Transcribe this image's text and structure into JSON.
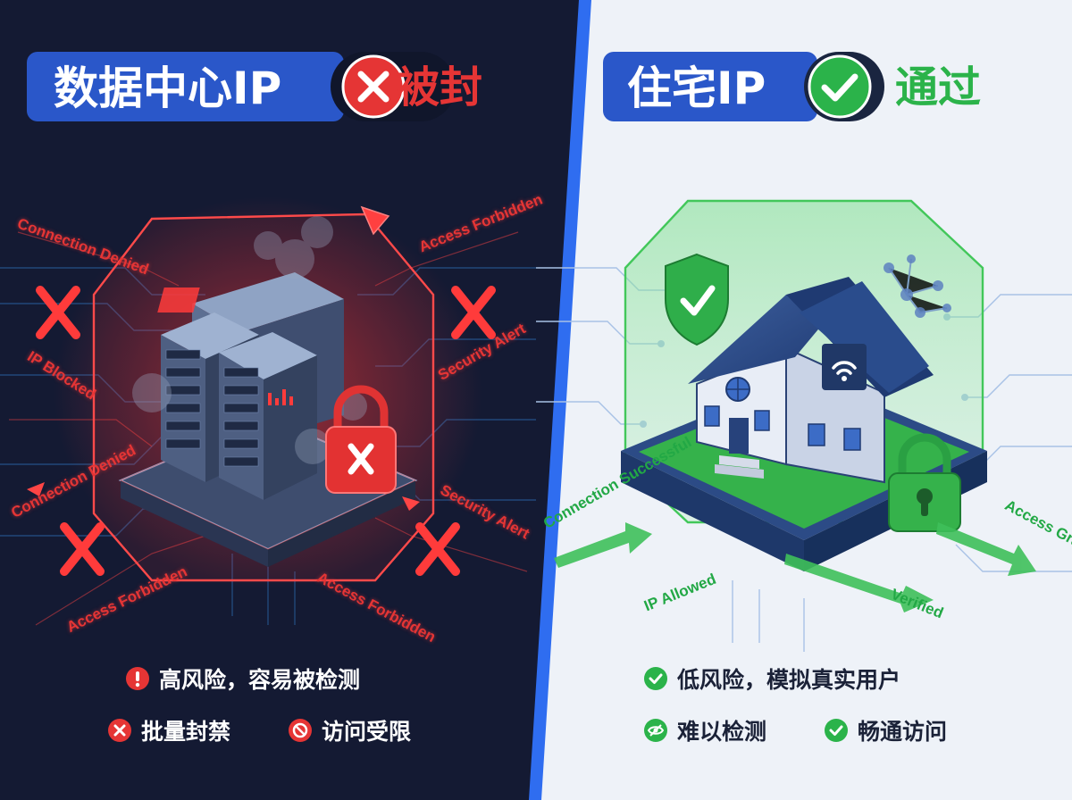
{
  "left": {
    "title": "数据中心IP",
    "verdict": "被封",
    "tags": [
      "Connection Denied",
      "Access Forbidden",
      "IP Blocked",
      "Security Alert",
      "Connection Denied",
      "Security Alert",
      "Access Forbidden",
      "Access Forbidden"
    ],
    "features": [
      "高风险，容易被检测",
      "批量封禁",
      "访问受限"
    ],
    "colors": {
      "background": "#141a33",
      "accent": "#e53535",
      "pill": "#2a57c9"
    }
  },
  "right": {
    "title": "住宅IP",
    "verdict": "通过",
    "tags": [
      "Connection Successful",
      "IP Allowed",
      "Verified",
      "Access Granted"
    ],
    "features": [
      "低风险，模拟真实用户",
      "难以检测",
      "畅通访问"
    ],
    "colors": {
      "background": "#eef2f8",
      "accent": "#2bb34a",
      "pill": "#2a57c9"
    }
  },
  "icons": {
    "left_verdict": "x-circle-icon",
    "right_verdict": "check-circle-icon",
    "left_features": [
      "exclamation-icon",
      "x-icon",
      "ban-icon"
    ],
    "right_features": [
      "check-icon",
      "eye-off-icon",
      "check-icon"
    ],
    "illustrations": [
      "server-rack-icon",
      "red-padlock-icon",
      "house-icon",
      "shield-check-icon",
      "wifi-icon",
      "green-padlock-icon"
    ]
  }
}
